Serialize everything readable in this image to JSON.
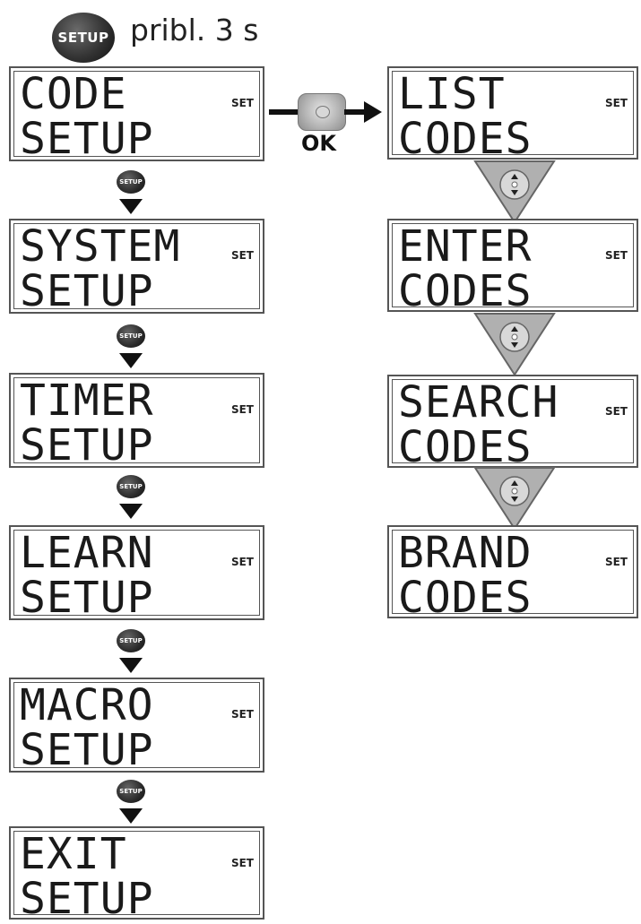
{
  "header": {
    "button_label": "SETUP",
    "hold_text": "pribl. 3 s"
  },
  "set_label": "SET",
  "mini_button_label": "SETUP",
  "ok_label": "OK",
  "left_menu": [
    {
      "line1": "CODE",
      "line2": "SETUP"
    },
    {
      "line1": "SYSTEM",
      "line2": "SETUP"
    },
    {
      "line1": "TIMER",
      "line2": "SETUP"
    },
    {
      "line1": "LEARN",
      "line2": "SETUP"
    },
    {
      "line1": "MACRO",
      "line2": "SETUP"
    },
    {
      "line1": "EXIT",
      "line2": "SETUP"
    }
  ],
  "right_menu": [
    {
      "line1": "LIST",
      "line2": "CODES"
    },
    {
      "line1": "ENTER",
      "line2": "CODES"
    },
    {
      "line1": "SEARCH",
      "line2": "CODES"
    },
    {
      "line1": "BRAND",
      "line2": "CODES"
    }
  ],
  "colors": {
    "border": "#555555",
    "button_dark": "#222222",
    "triangle_fill": "#b0b0b0"
  },
  "icons": {
    "setup_button": "setup-button-icon",
    "ok_button": "ok-button-icon",
    "navigation": "up-down-navigation-icon"
  }
}
